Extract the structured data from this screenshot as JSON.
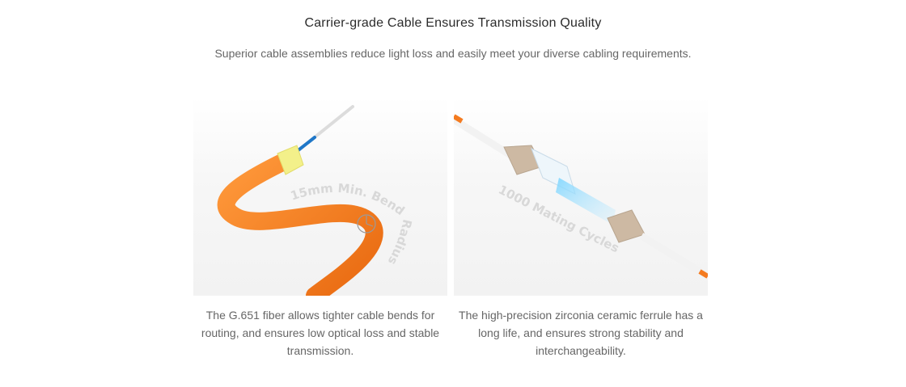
{
  "section": {
    "title": "Carrier-grade Cable Ensures Transmission Quality",
    "subtitle": "Superior cable assemblies reduce light loss and easily meet your diverse cabling requirements."
  },
  "cards": [
    {
      "image_text": "15mm Min. Bend Radius",
      "caption": "The G.651 fiber allows tighter cable bends for routing, and ensures low optical loss and stable transmission."
    },
    {
      "image_text": "1000 Mating Cycles",
      "caption": "The high-precision zirconia ceramic ferrule has a long life, and ensures strong stability and interchangeability."
    }
  ],
  "colors": {
    "cable_orange": "#f47b20",
    "fiber_blue": "#1f77c8",
    "aramid_yellow": "#f3f08a",
    "connector_beige": "#cdb9a3"
  }
}
